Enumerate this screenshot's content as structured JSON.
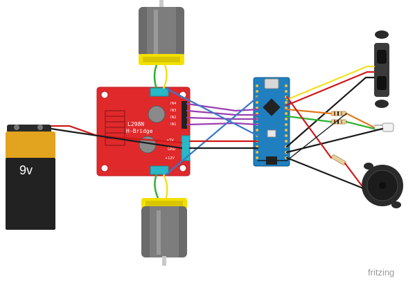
{
  "battery": {
    "label": "9v"
  },
  "hbridge": {
    "title_line1": "L298N",
    "title_line2": "H-Bridge",
    "pins": [
      "IN4",
      "IN3",
      "IN2",
      "IN1"
    ],
    "power_pins": [
      "+5V",
      "GND",
      "+12V"
    ]
  },
  "watermark": "fritzing",
  "colors": {
    "board_red": "#e0292b",
    "arduino_blue": "#1f7fbf",
    "wire_red": "#d01818",
    "wire_black": "#1a1a1a",
    "wire_blue": "#3a78c8",
    "wire_purple": "#9b3fb0",
    "wire_yellow": "#f0e020",
    "wire_green": "#30b030",
    "wire_orange": "#e07a20",
    "motor_yellow": "#f4e000"
  }
}
